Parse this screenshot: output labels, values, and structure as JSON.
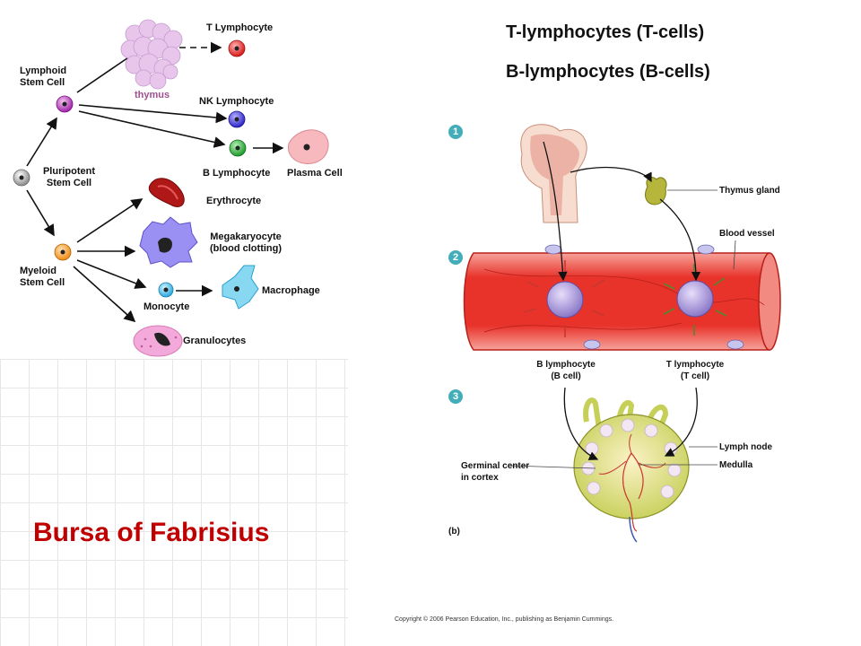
{
  "headings": {
    "t_cells": "T-lymphocytes (T-cells)",
    "b_cells": "B-lymphocytes (B-cells)"
  },
  "hematopoiesis": {
    "pluripotent": "Pluripotent\nStem Cell",
    "lymphoid": "Lymphoid\nStem Cell",
    "myeloid": "Myeloid\nStem Cell",
    "thymus": "thymus",
    "t_lymphocyte": "T Lymphocyte",
    "nk_lymphocyte": "NK Lymphocyte",
    "b_lymphocyte": "B Lymphocyte",
    "plasma_cell": "Plasma Cell",
    "erythrocyte": "Erythrocyte",
    "megakaryocyte": "Megakaryocyte\n(blood clotting)",
    "monocyte": "Monocyte",
    "macrophage": "Macrophage",
    "granulocytes": "Granulocytes"
  },
  "lymph_figure": {
    "steps": [
      "1",
      "2",
      "3"
    ],
    "thymus_gland": "Thymus gland",
    "blood_vessel": "Blood vessel",
    "b_lymphocyte": "B lymphocyte\n(B cell)",
    "t_lymphocyte": "T lymphocyte\n(T cell)",
    "lymph_node": "Lymph node",
    "germinal_center": "Germinal center\nin cortex",
    "medulla": "Medulla",
    "panel_label": "(b)",
    "copyright": "Copyright © 2006 Pearson Education, Inc., publishing as Benjamin Cummings."
  },
  "footer_title": "Bursa of Fabrisius",
  "colors": {
    "title_red": "#c00000",
    "step_badge": "#43aeb9",
    "vessel_red": "#e8332b",
    "thymus_purple": "#a0508f"
  }
}
